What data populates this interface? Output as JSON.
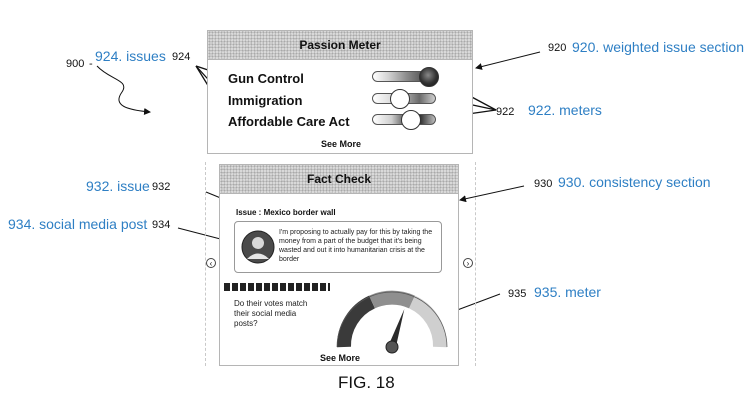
{
  "figure": {
    "caption": "FIG. 18",
    "ref_900": "900",
    "label_924": "924. issues",
    "ref_924": "924",
    "label_920": "920. weighted issue section",
    "ref_920": "920",
    "label_922": "922. meters",
    "ref_922": "922",
    "label_932": "932. issue",
    "ref_932": "932",
    "label_934": "934. social media post",
    "ref_934": "934",
    "label_930": "930. consistency section",
    "ref_930": "930",
    "label_935": "935. meter",
    "ref_935": "935"
  },
  "passion_meter": {
    "title": "Passion Meter",
    "issues": [
      {
        "label": "Gun Control",
        "level": 0.95
      },
      {
        "label": "Immigration",
        "level": 0.3
      },
      {
        "label": "Affordable Care Act",
        "level": 0.55
      }
    ],
    "see_more": "See More"
  },
  "fact_check": {
    "title": "Fact Check",
    "issue_heading": "Issue : Mexico border wall",
    "post_text": "I'm proposing to actually pay for this by taking the money from a part of the budget that it's being wasted and out it into humanitarian crisis at the border",
    "question": "Do their votes match their social media posts?",
    "see_more": "See More",
    "meter_level": 0.6,
    "prev_icon": "chevron-left-icon",
    "next_icon": "chevron-right-icon"
  },
  "colors": {
    "callout_blue": "#2e7fc4",
    "meter_dark": "#333333",
    "meter_mid": "#888888",
    "meter_light": "#d2d2d2"
  }
}
